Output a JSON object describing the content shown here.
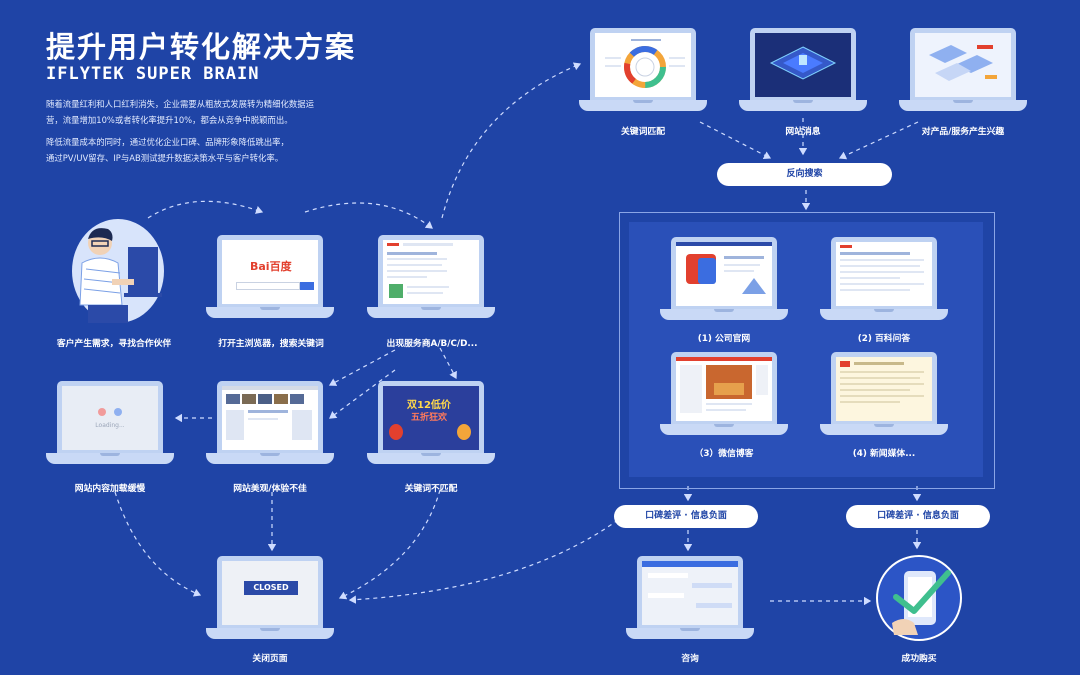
{
  "header": {
    "title": "提升用户转化解决方案",
    "subtitle": "IFLYTEK SUPER BRAIN",
    "para1_line1": "随着流量红利和人口红利消失，企业需要从粗放式发展转为精细化数据运",
    "para1_line2": "营，流量增加10%或者转化率提升10%，都会从竞争中脱颖而出。",
    "para2_line1": "降低流量成本的同时，通过优化企业口碑、品牌形象降低跳出率，",
    "para2_line2": "通过PV/UV留存、IP与AB测试提升数据决策水平与客户转化率。"
  },
  "nodes": {
    "customer": "客户产生需求，寻找合作伙伴",
    "open_engine": "打开主浏览器，搜索关键词",
    "providers": "出现服务商A/B/C/D...",
    "keyword_match": "关键词匹配",
    "site_news": "网站消息",
    "product_interest": "对产品/服务产生兴趣",
    "reverse_search": "反向搜索",
    "official_site": "(1) 公司官网",
    "baike": "(2) 百科问答",
    "wechat": "（3）微信博客",
    "news_media": "(4) 新闻媒体...",
    "slow_loading": "网站内容加载缓慢",
    "poor_experience": "网站美观/体验不佳",
    "keyword_mismatch": "关键词不匹配",
    "close_page": "关闭页面",
    "negative_left": "口碑差评 · 信息负面",
    "negative_right": "口碑差评 · 信息负面",
    "consult": "咨询",
    "purchase": "成功购买"
  },
  "screens": {
    "baidu_logo": "Bai百度",
    "closed_label": "CLOSED",
    "loading_text": "Loading...",
    "promo_line1": "双12低价",
    "promo_line2": "五折狂欢"
  },
  "colors": {
    "background": "#1f44a6",
    "laptop": "#c9d9f6",
    "accent_red": "#e2402e",
    "check_green": "#3fbf8e"
  }
}
